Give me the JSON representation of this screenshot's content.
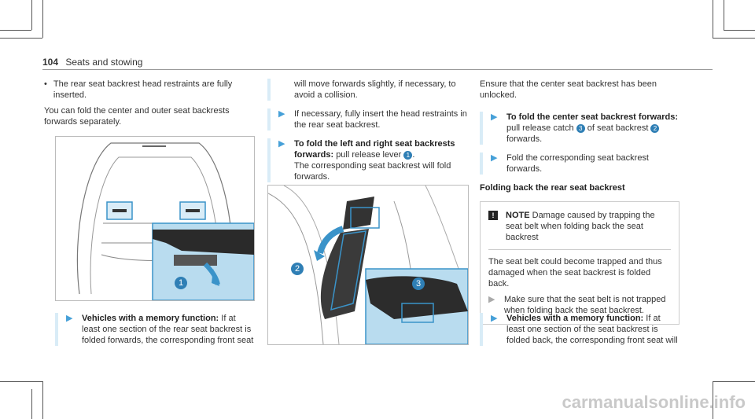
{
  "header": {
    "page_number": "104",
    "section": "Seats and stowing"
  },
  "col1": {
    "bullet": "The rear seat backrest head restraints are fully inserted.",
    "para": "You can fold the center and outer seat backrests forwards separately.",
    "step_title": "Vehicles with a memory function:",
    "step_text": "If at least one section of the rear seat backrest is folded forwards, the corresponding front seat"
  },
  "col2": {
    "cont": "will move forwards slightly, if necessary, to avoid a collision.",
    "step1": "If necessary, fully insert the head restraints in the rear seat backrest.",
    "step2_title": "To fold the left and right seat backrests forwards:",
    "step2_pre": "pull release lever",
    "step2_num": "1",
    "step2_post": ".",
    "step2_more": "The corresponding seat backrest will fold forwards."
  },
  "col3": {
    "intro": "Ensure that the center seat backrest has been unlocked.",
    "step1_title": "To fold the center seat backrest forwards:",
    "step1_a": "pull release catch",
    "step1_num3": "3",
    "step1_b": "of seat backrest",
    "step1_num2": "2",
    "step1_c": "forwards.",
    "step2": "Fold the corresponding seat backrest forwards.",
    "subheading": "Folding back the rear seat backrest",
    "note_label": "NOTE",
    "note_title": "Damage caused by trapping the seat belt when folding back the seat backrest",
    "note_body": "The seat belt could become trapped and thus damaged when the seat backrest is folded back.",
    "note_step": "Make sure that the seat belt is not trapped when folding back the seat backrest.",
    "step3_title": "Vehicles with a memory function:",
    "step3_text": "If at least one section of the seat backrest is folded back, the corresponding front seat will"
  },
  "figures": {
    "fig1_callout": "1",
    "fig2_callout_a": "2",
    "fig2_callout_b": "3"
  },
  "watermark": "carmanualsonline.info",
  "colors": {
    "accent": "#46a0d8",
    "callout": "#2f7fb5",
    "highlight_fill": "#b9dcef"
  }
}
